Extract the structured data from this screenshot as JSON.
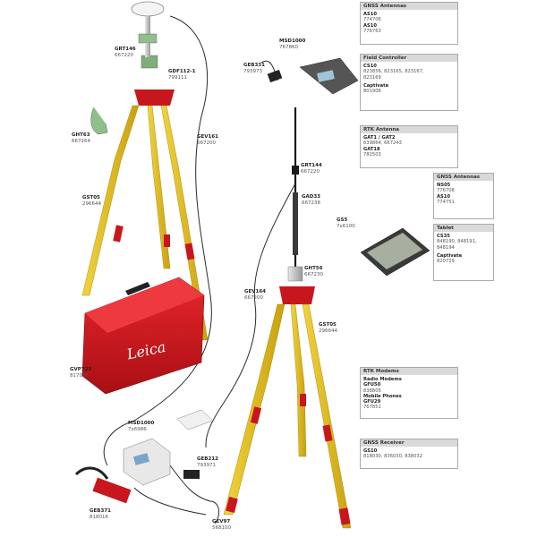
{
  "colors": {
    "tripod_leg": "#e9c21b",
    "tripod_band": "#c8161d",
    "case_red": "#d3161e",
    "panel_header": "#d9d9d9",
    "cable": "#2a2a2a"
  },
  "icons": [
    "antenna-icon",
    "tripod-icon",
    "case-icon",
    "controller-icon",
    "tablet-icon",
    "receiver-icon",
    "radio-icon",
    "battery-icon",
    "bracket-icon",
    "pole-icon"
  ],
  "panels": {
    "gnss_antenna_top": {
      "title": "GNSS Antennas",
      "lines": [
        {
          "t": "AS10",
          "b": true
        },
        {
          "t": "774706",
          "b": false
        },
        {
          "t": "AS10",
          "b": true
        },
        {
          "t": "776763",
          "b": false
        }
      ]
    },
    "field_controller": {
      "title": "Field Controller",
      "lines": [
        {
          "t": "CS10",
          "b": true
        },
        {
          "t": "823856, 823165, 823167,",
          "b": false
        },
        {
          "t": "823169",
          "b": false
        },
        {
          "t": "",
          "gap": true
        },
        {
          "t": "Captivate",
          "b": true
        },
        {
          "t": "801906",
          "b": false
        }
      ]
    },
    "rtk_antenna": {
      "title": "RTK Antenna",
      "lines": [
        {
          "t": "GAT1 / GAT2",
          "b": true
        },
        {
          "t": "639864, 667243",
          "b": false
        },
        {
          "t": "GAT18",
          "b": true
        },
        {
          "t": "782503",
          "b": false
        }
      ]
    },
    "gnss_antenna_right": {
      "title": "GNSS Antennas",
      "lines": [
        {
          "t": "NS05",
          "b": true
        },
        {
          "t": "776708",
          "b": false
        },
        {
          "t": "AS10",
          "b": true
        },
        {
          "t": "774751",
          "b": false
        }
      ]
    },
    "tablet": {
      "title": "Tablet",
      "lines": [
        {
          "t": "CS35",
          "b": true
        },
        {
          "t": "848190, 848191,",
          "b": false
        },
        {
          "t": "848194",
          "b": false
        },
        {
          "t": "",
          "gap": true
        },
        {
          "t": "Captivate",
          "b": true
        },
        {
          "t": "820729",
          "b": false
        }
      ]
    },
    "rtk_modems": {
      "title": "RTK Modems",
      "lines": [
        {
          "t": "Radio Modems",
          "b": true
        },
        {
          "t": "GFU50",
          "b": true
        },
        {
          "t": "838805",
          "b": false
        },
        {
          "t": "Mobile Phones",
          "b": true
        },
        {
          "t": "GFU29",
          "b": true
        },
        {
          "t": "767851",
          "b": false
        }
      ]
    },
    "gnss_receiver": {
      "title": "GNSS Receiver",
      "lines": [
        {
          "t": "GS10",
          "b": true
        },
        {
          "t": "818030, 836030, 838032",
          "b": false
        }
      ]
    }
  },
  "callouts": {
    "grt146": {
      "name": "GRT146",
      "code": "667220"
    },
    "gdf112": {
      "name": "GDF112-1",
      "code": "799111"
    },
    "ght63": {
      "name": "GHT63",
      "code": "667264"
    },
    "gst05": {
      "name": "GST05",
      "code": "296644"
    },
    "gev161": {
      "name": "GEV161",
      "code": "667200"
    },
    "gvp723": {
      "name": "GVP723",
      "code": "817066"
    },
    "msd1000": {
      "name": "MSD1000",
      "code": "767860"
    },
    "geb331": {
      "name": "GEB331",
      "code": "793973"
    },
    "grt144": {
      "name": "GRT144",
      "code": "667220"
    },
    "gad33": {
      "name": "GAD33",
      "code": "667238"
    },
    "gs_bracket": {
      "name": "GS5",
      "code": "7x6100"
    },
    "ght56": {
      "name": "GHT56",
      "code": "667230"
    },
    "gev164": {
      "name": "GEV164",
      "code": "667200"
    },
    "gst05b": {
      "name": "GST05",
      "code": "296644"
    },
    "msd1000b": {
      "name": "MSD1000",
      "code": "7x6986"
    },
    "geb212": {
      "name": "GEB212",
      "code": "793971"
    },
    "geb371": {
      "name": "GEB371",
      "code": "818016"
    },
    "gev97": {
      "name": "GEV97",
      "code": "568100"
    }
  },
  "case_brand": "Leica"
}
